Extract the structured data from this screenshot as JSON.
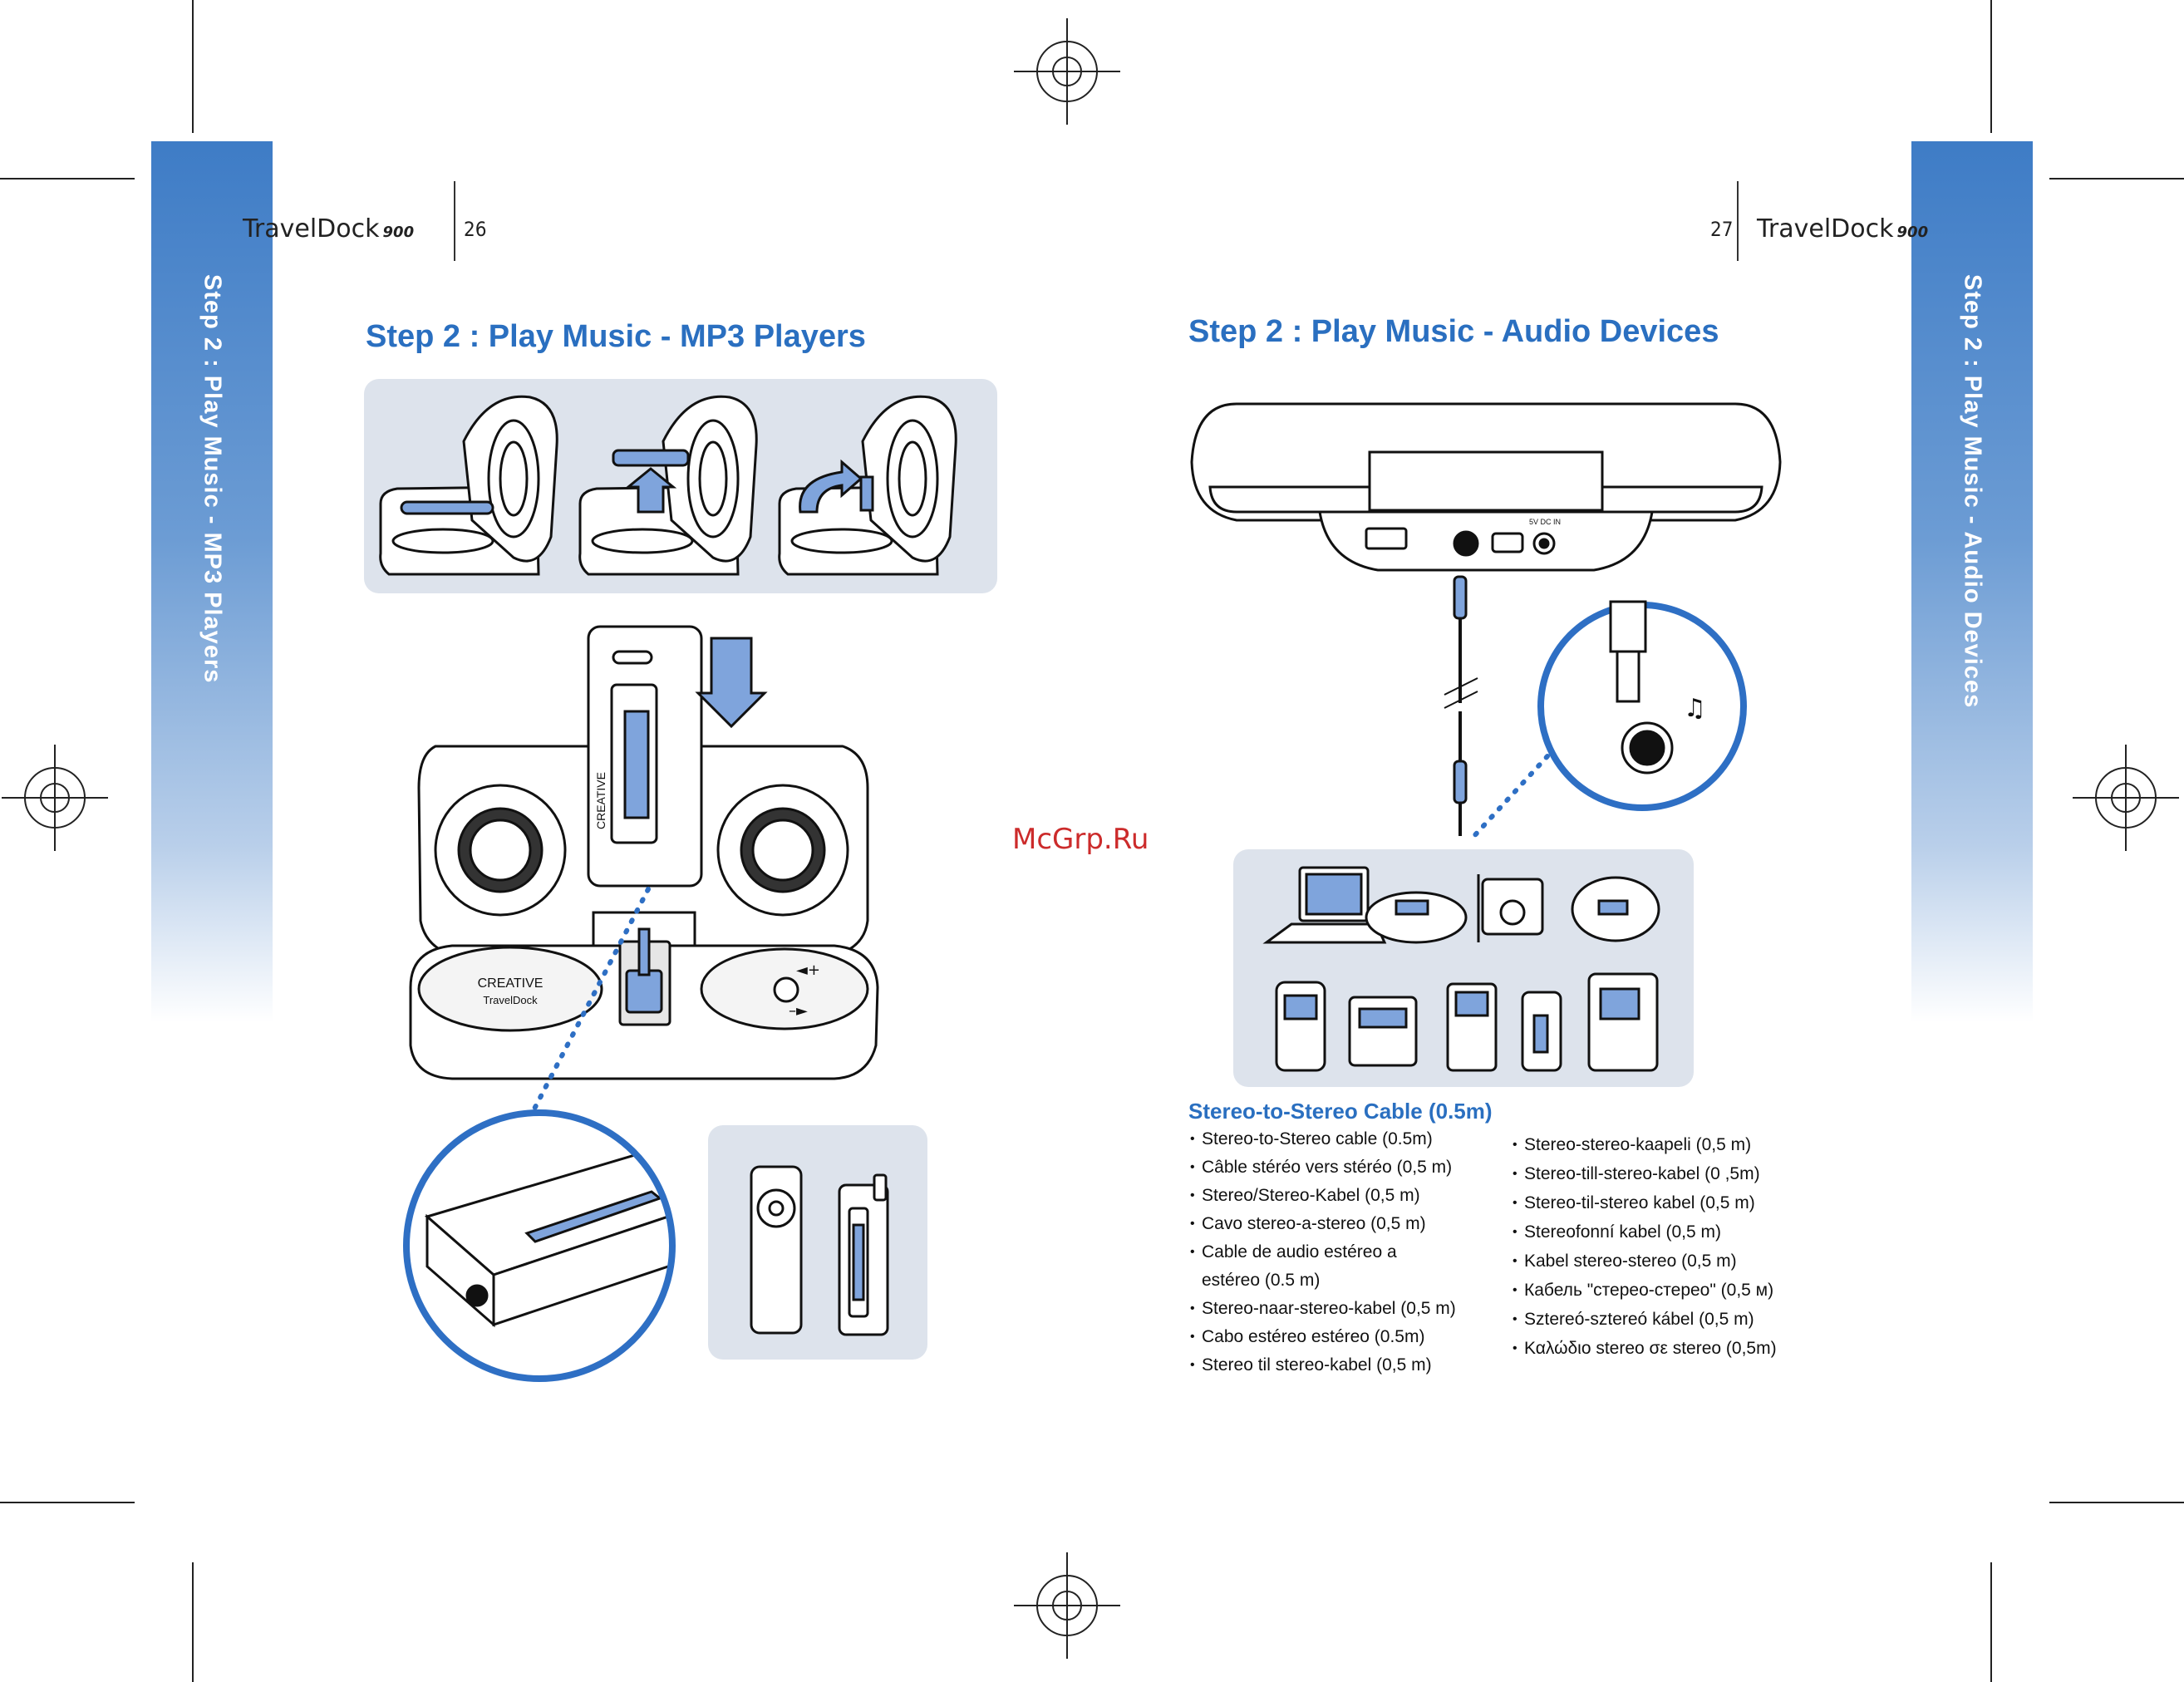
{
  "left_page": {
    "brand": "TravelDock",
    "model": "900",
    "page_number": "26",
    "tab_label": "Step 2 : Play Music - MP3 Players",
    "title": "Step 2 : Play Music - MP3 Players",
    "logo_text": "CREATIVE",
    "logo_sub": "TravelDock"
  },
  "right_page": {
    "brand": "TravelDock",
    "model": "900",
    "page_number": "27",
    "tab_label": "Step 2 : Play Music - Audio Devices",
    "title": "Step 2 : Play Music - Audio Devices",
    "port_label_dc": "5V DC IN",
    "cable_section": {
      "heading": "Stereo-to-Stereo Cable (0.5m)",
      "col1": [
        "Stereo-to-Stereo cable (0.5m)",
        "Câble stéréo vers stéréo (0,5 m)",
        "Stereo/Stereo-Kabel (0,5 m)",
        "Cavo stereo-a-stereo (0,5 m)",
        "Cable de audio estéreo a estéreo (0.5 m)",
        "Stereo-naar-stereo-kabel (0,5 m)",
        "Cabo estéreo estéreo (0.5m)",
        "Stereo til stereo-kabel (0,5 m)"
      ],
      "col2": [
        "Stereo-stereo-kaapeli (0,5 m)",
        "Stereo-till-stereo-kabel (0 ,5m)",
        "Stereo-til-stereo kabel (0,5 m)",
        "Stereofonní kabel (0,5 m)",
        "Kabel stereo-stereo (0,5 m)",
        "Кабель \"стерео-стерео\" (0,5 м)",
        "Sztereó-sztereó kábel (0,5 m)",
        "Καλώδιο stereo σε stereo (0,5m)"
      ]
    }
  },
  "watermark": "McGrp.Ru",
  "colors": {
    "accent": "#2a6fc0",
    "tab_top": "#3e7cc6",
    "panel": "#dde3ec",
    "screen": "#7fa4dc",
    "dots": "#2e6fc4",
    "watermark": "#cc2b2b"
  }
}
